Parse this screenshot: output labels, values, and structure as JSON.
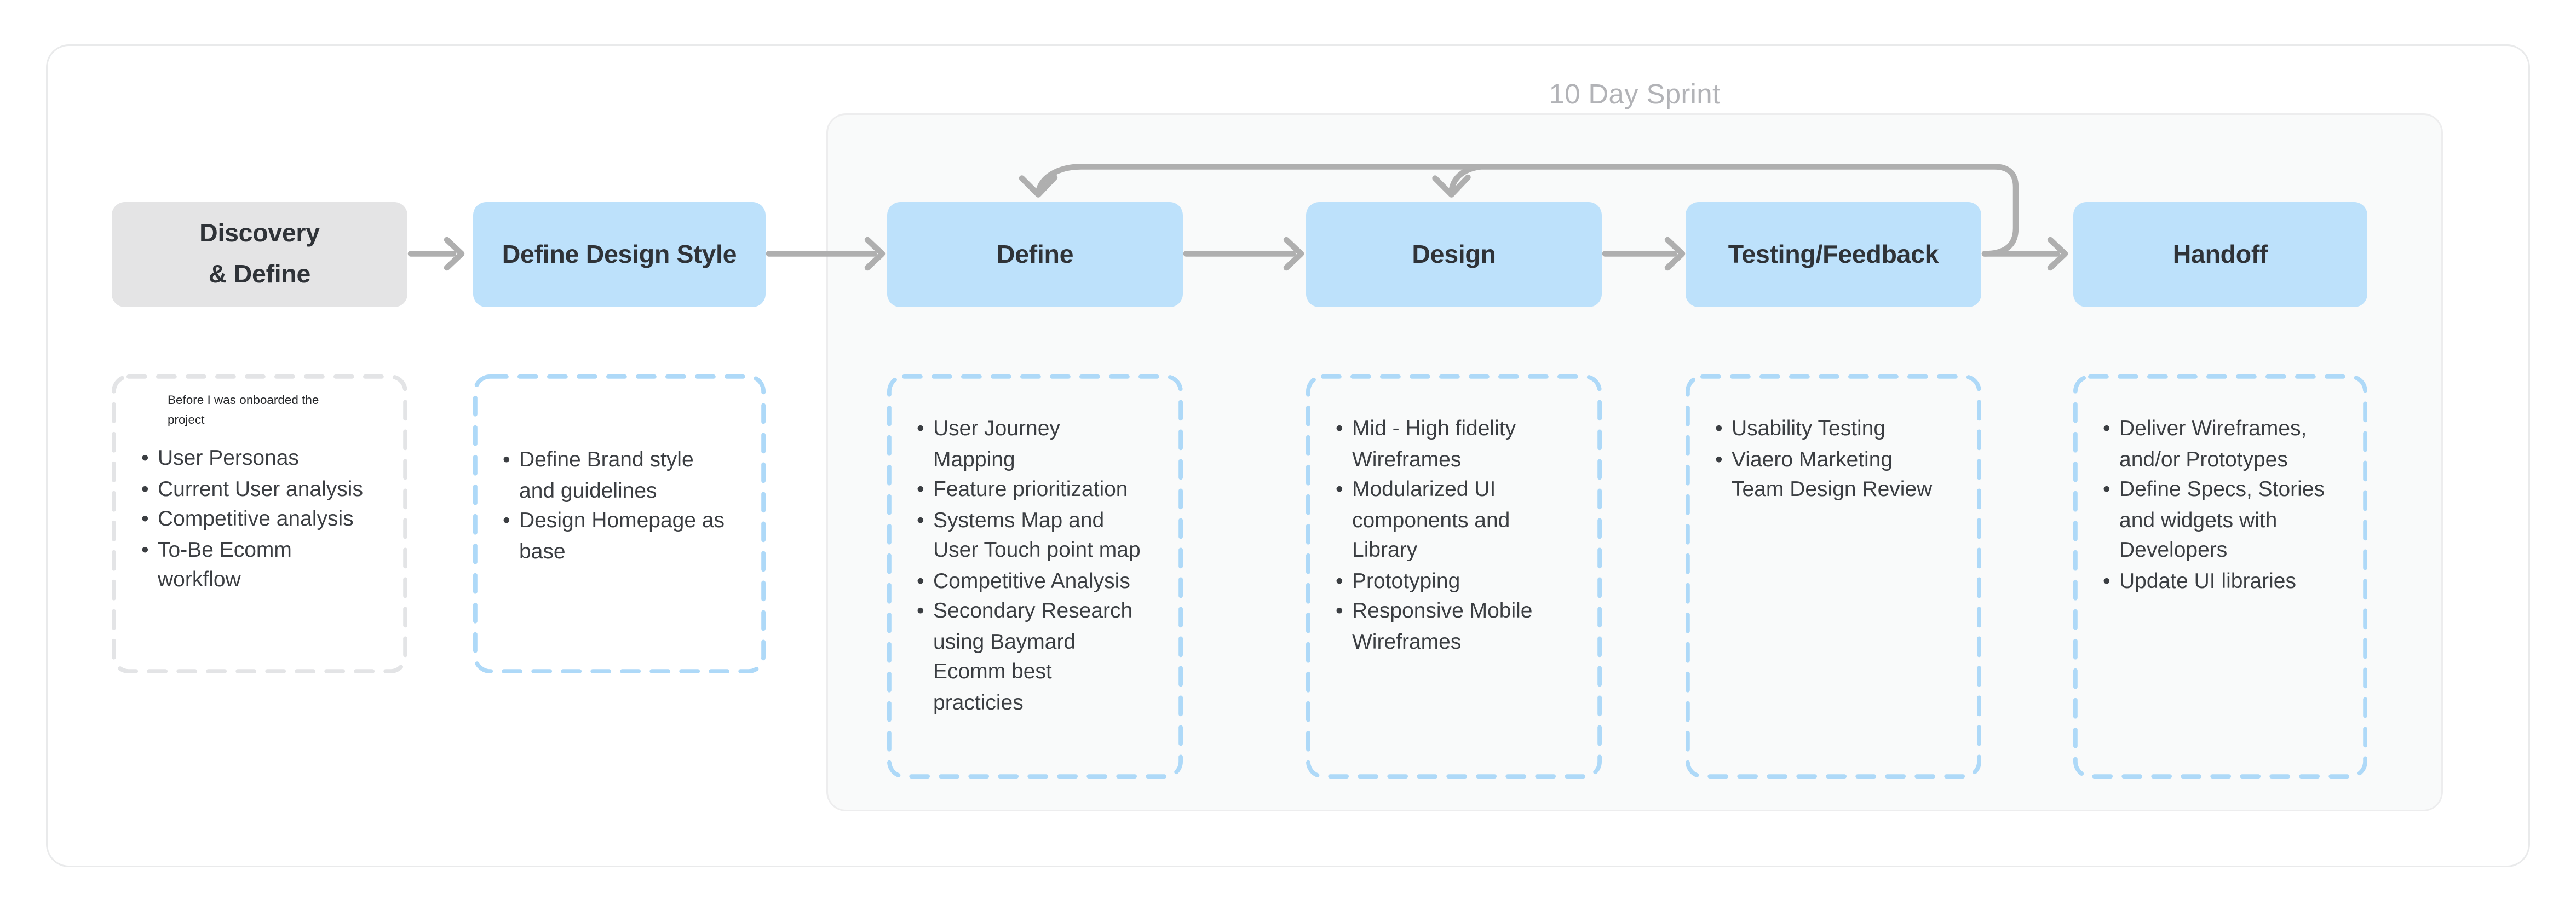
{
  "canvas": {
    "sprint_label": "10 Day Sprint"
  },
  "stages": {
    "discovery": {
      "label": "Discovery\n& Define"
    },
    "define_style": {
      "label": "Define Design Style"
    },
    "define": {
      "label": "Define"
    },
    "design": {
      "label": "Design"
    },
    "testing": {
      "label": "Testing/Feedback"
    },
    "handoff": {
      "label": "Handoff"
    }
  },
  "notes": {
    "discovery": {
      "annotation": "Before I was onboarded the\nproject",
      "items": [
        "User Personas",
        "Current User analysis",
        "Competitive analysis",
        "To-Be Ecomm\nworkflow"
      ]
    },
    "define_style": {
      "items": [
        "Define Brand style\nand guidelines",
        "Design Homepage as\nbase"
      ]
    },
    "define": {
      "items": [
        "User Journey\nMapping",
        "Feature prioritization",
        "Systems Map and\nUser Touch point map",
        "Competitive Analysis",
        "Secondary Research\nusing Baymard\nEcomm best\npracticies"
      ]
    },
    "design": {
      "items": [
        "Mid - High fidelity\nWireframes",
        "Modularized UI\ncomponents and\nLibrary",
        "Prototyping",
        "Responsive Mobile\nWireframes"
      ]
    },
    "testing": {
      "items": [
        "Usability Testing",
        "Viaero Marketing\nTeam Design Review"
      ]
    },
    "handoff": {
      "items": [
        "Deliver Wireframes,\nand/or Prototypes",
        "Define Specs, Stories\nand widgets with\nDevelopers",
        "Update UI libraries"
      ]
    }
  },
  "colors": {
    "stage_blue_fill": "#bde1fb",
    "stage_gray_fill": "#e4e4e5",
    "stage_text": "#2f3338",
    "note_text": "#3b3e42",
    "annotation_text": "#26282b",
    "arrow_gray": "#afafaf",
    "dashed_blue_border": "#aed9f8",
    "dashed_gray_border": "#e3e4e6",
    "sprint_card_bg": "#f9fafa",
    "sprint_label_text": "#b2b3b7"
  }
}
